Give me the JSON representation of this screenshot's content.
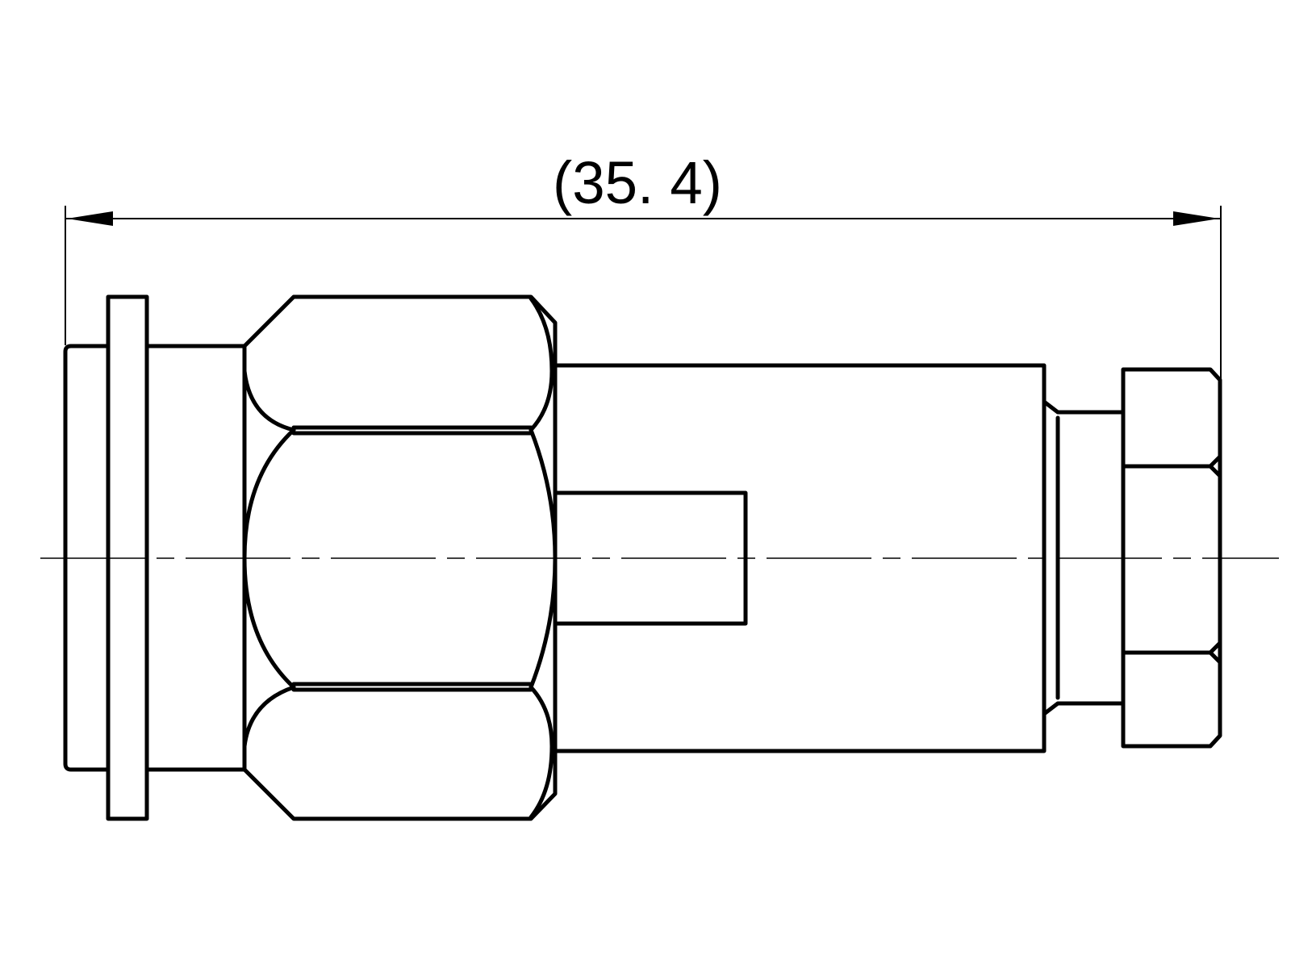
{
  "drawing": {
    "type": "connector side view",
    "dimension": {
      "overall_length_label": "(35. 4)",
      "unit": "mm"
    },
    "colors": {
      "line": "#000000",
      "background": "#ffffff"
    }
  }
}
